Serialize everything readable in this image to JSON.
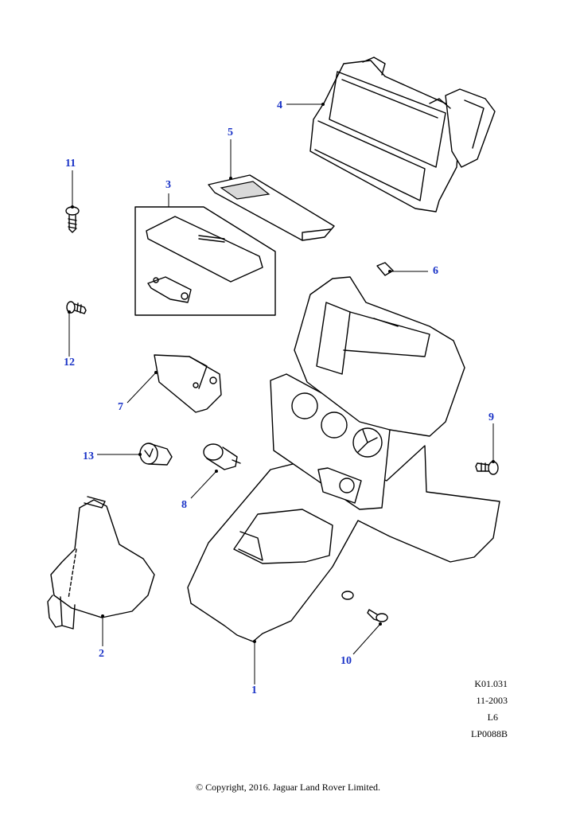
{
  "callouts": [
    {
      "id": "1",
      "label": "1"
    },
    {
      "id": "2",
      "label": "2"
    },
    {
      "id": "3",
      "label": "3"
    },
    {
      "id": "4",
      "label": "4"
    },
    {
      "id": "5",
      "label": "5"
    },
    {
      "id": "6",
      "label": "6"
    },
    {
      "id": "7",
      "label": "7"
    },
    {
      "id": "8",
      "label": "8"
    },
    {
      "id": "9",
      "label": "9"
    },
    {
      "id": "10",
      "label": "10"
    },
    {
      "id": "11",
      "label": "11"
    },
    {
      "id": "12",
      "label": "12"
    },
    {
      "id": "13",
      "label": "13"
    }
  ],
  "meta": {
    "ref": "K01.031",
    "date": "11-2003",
    "code": "L6",
    "plate": "LP0088B"
  },
  "copyright": "© Copyright, 2016. Jaguar Land Rover Limited.",
  "colors": {
    "callout": "#1a33c7",
    "line": "#000000",
    "shade": "#d9d9d9"
  }
}
